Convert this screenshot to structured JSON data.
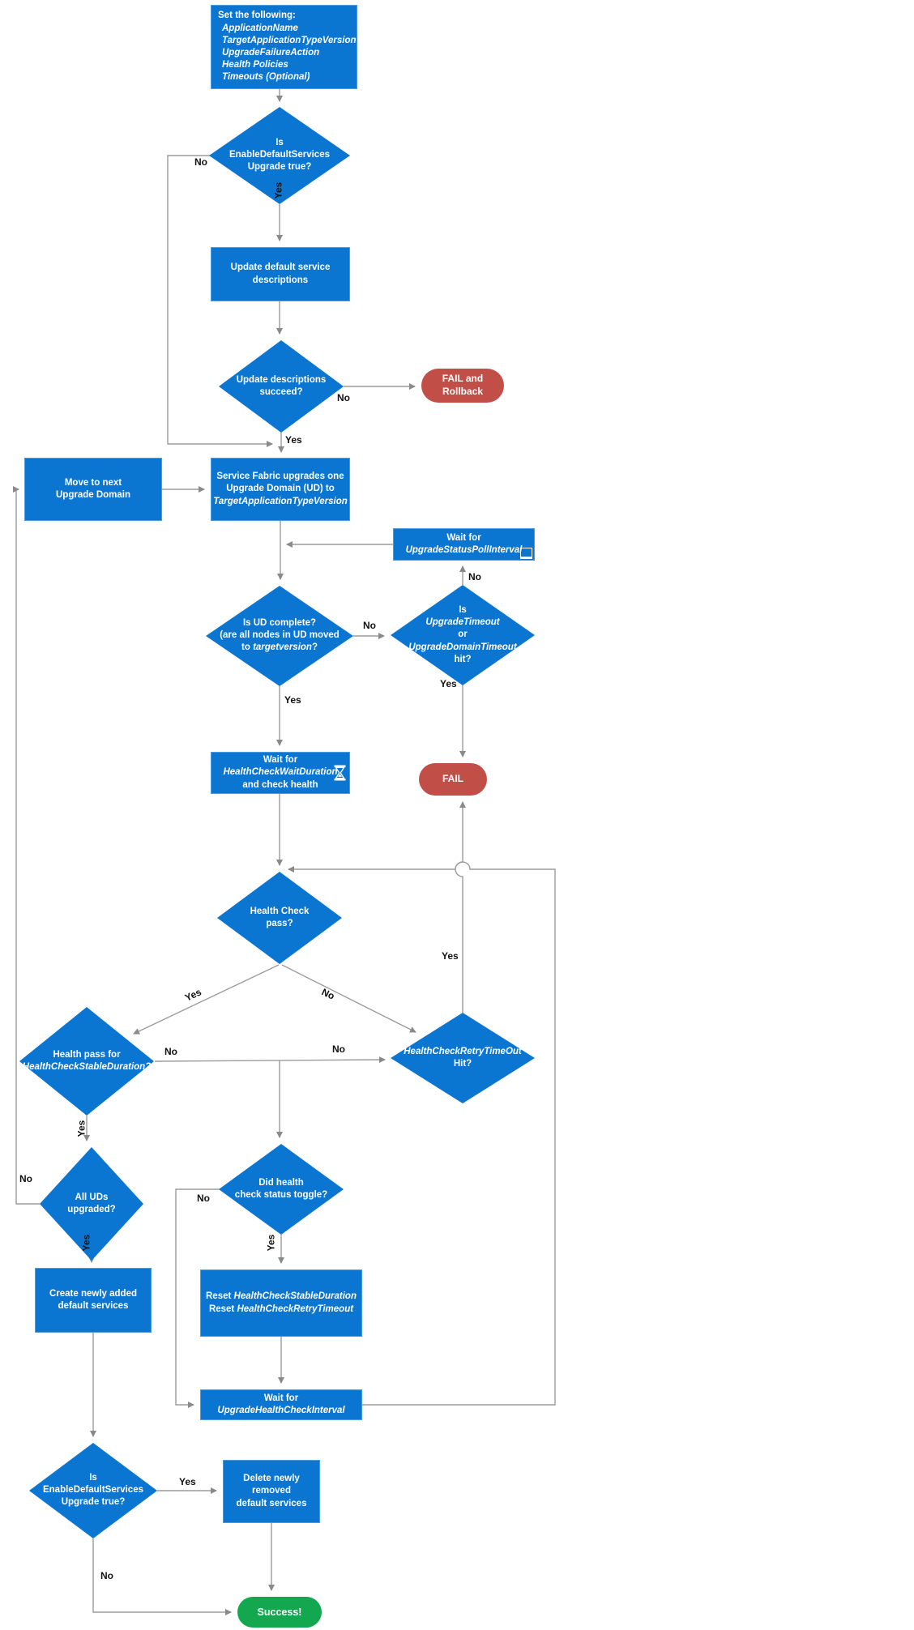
{
  "colors": {
    "node_blue": "#0B76D2",
    "fail_red": "#C14F48",
    "success_green": "#13A750",
    "connector_gray": "#9B9B9B",
    "label_color": "#111111"
  },
  "nodes": {
    "set_following": {
      "lines": [
        "Set the following:",
        "ApplicationName",
        "TargetApplicationTypeVersion",
        "UpgradeFailureAction",
        "Health Policies",
        "Timeouts (Optional)"
      ]
    },
    "enable_default_1": {
      "lines": [
        "Is",
        "EnableDefaultServices",
        "Upgrade true?"
      ]
    },
    "update_descriptions": {
      "lines": [
        "Update default service",
        "descriptions"
      ]
    },
    "descriptions_succeed": {
      "lines": [
        "Update descriptions",
        "succeed?"
      ]
    },
    "fail_rollback": {
      "lines": [
        "FAIL and",
        "Rollback"
      ]
    },
    "move_next": {
      "lines": [
        "Move to next",
        "Upgrade Domain"
      ]
    },
    "sf_upgrades": {
      "lines": [
        "Service Fabric upgrades one",
        "Upgrade Domain (UD) to",
        "TargetApplicationTypeVersion"
      ]
    },
    "wait_poll": {
      "lines": [
        "Wait for",
        "UpgradeStatusPollInterval"
      ]
    },
    "ud_complete": {
      "line1": "Is UD complete?",
      "line2": "(are all nodes in UD moved",
      "line3_pre": "to ",
      "line3_italic": "targetversion",
      "line3_post": "?"
    },
    "timeout": {
      "lines": [
        "Is",
        "UpgradeTimeout",
        "or",
        "UpgradeDomainTimeout",
        "hit?"
      ]
    },
    "wait_health": {
      "lines": [
        "Wait for",
        "HealthCheckWaitDuration",
        "and check health"
      ]
    },
    "fail": {
      "label": "FAIL"
    },
    "health_pass": {
      "lines": [
        "Health Check",
        "pass?"
      ]
    },
    "stable": {
      "lines": [
        "Health pass for",
        "HealthCheckStableDuration?"
      ]
    },
    "retry": {
      "lines": [
        "HealthCheckRetryTimeOut",
        "Hit?"
      ]
    },
    "toggle": {
      "lines": [
        "Did health",
        "check status toggle?"
      ]
    },
    "all_uds": {
      "lines": [
        "All UDs",
        "upgraded?"
      ]
    },
    "reset": {
      "line1_pre": "Reset ",
      "line1_italic": "HealthCheckStableDuration",
      "line2_pre": "Reset ",
      "line2_italic": "HealthCheckRetryTimeout"
    },
    "create": {
      "lines": [
        "Create newly added",
        "default services"
      ]
    },
    "wait_interval": {
      "lines": [
        "Wait for",
        "UpgradeHealthCheckInterval"
      ]
    },
    "enable_default_2": {
      "lines": [
        "Is",
        "EnableDefaultServices",
        "Upgrade true?"
      ]
    },
    "delete": {
      "lines": [
        "Delete newly removed",
        "default services"
      ]
    },
    "success": {
      "label": "Success!"
    }
  },
  "edge_labels": [
    {
      "id": "enable1-no",
      "text": "No"
    },
    {
      "id": "enable1-yes",
      "text": "Yes"
    },
    {
      "id": "succeed-no",
      "text": "No"
    },
    {
      "id": "succeed-yes",
      "text": "Yes"
    },
    {
      "id": "udcomplete-no",
      "text": "No"
    },
    {
      "id": "timeout-no",
      "text": "No"
    },
    {
      "id": "udcomplete-yes",
      "text": "Yes"
    },
    {
      "id": "timeout-yes",
      "text": "Yes"
    },
    {
      "id": "retry-yes",
      "text": "Yes"
    },
    {
      "id": "healthpass-yes",
      "text": "Yes"
    },
    {
      "id": "healthpass-no",
      "text": "No"
    },
    {
      "id": "stable-no",
      "text": "No"
    },
    {
      "id": "retry-no",
      "text": "No"
    },
    {
      "id": "stable-yes",
      "text": "Yes"
    },
    {
      "id": "alluds-no",
      "text": "No"
    },
    {
      "id": "alluds-yes",
      "text": "Yes"
    },
    {
      "id": "toggle-no",
      "text": "No"
    },
    {
      "id": "toggle-yes",
      "text": "Yes"
    },
    {
      "id": "enable2-yes",
      "text": "Yes"
    },
    {
      "id": "enable2-no",
      "text": "No"
    }
  ]
}
